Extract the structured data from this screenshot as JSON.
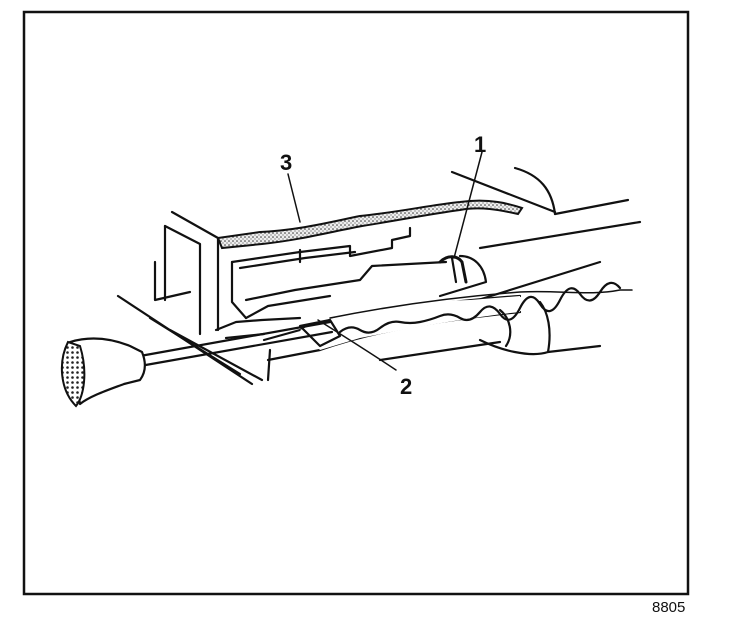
{
  "figure": {
    "callouts": [
      {
        "id": "callout-1",
        "label": "1"
      },
      {
        "id": "callout-2",
        "label": "2"
      },
      {
        "id": "callout-3",
        "label": "3"
      }
    ],
    "figure_id": "8805"
  }
}
